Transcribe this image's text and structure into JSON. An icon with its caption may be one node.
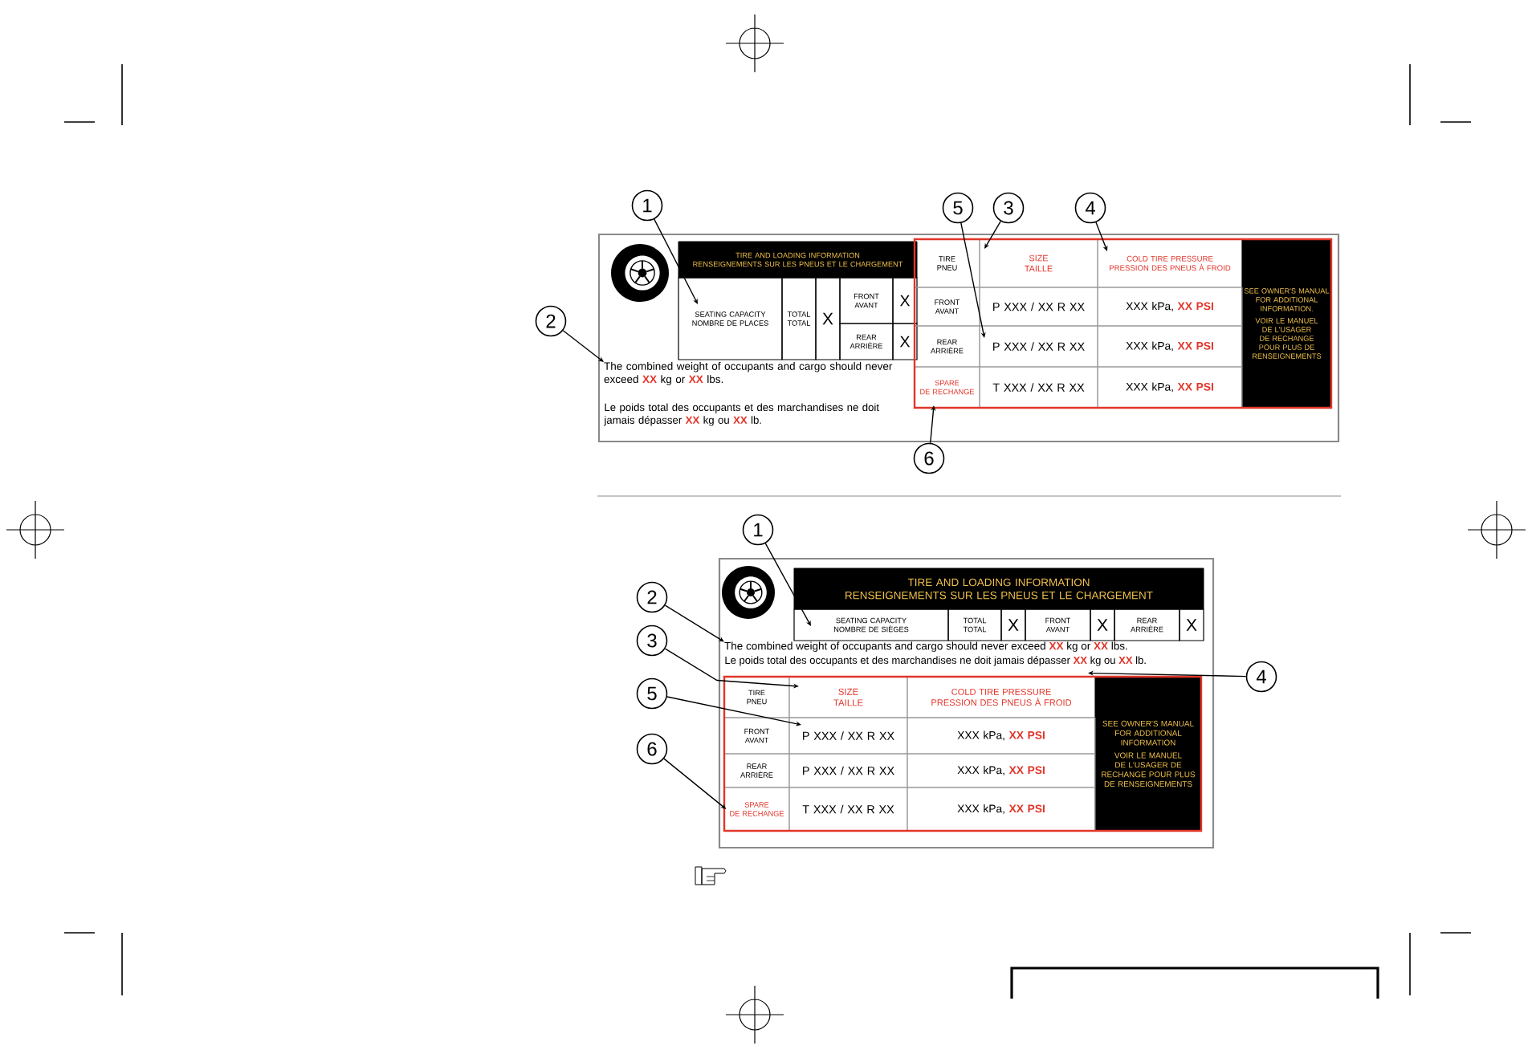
{
  "diagram": {
    "nodes": [
      {
        "text": [],
        "shape": "box"
      },
      {
        "text": [
          "TIRE AND LOADING INFORMATION",
          "RENSEIGNEMENTS SUR LES PNEUS ET LE CHARGEMENT"
        ],
        "in": 0
      },
      {
        "text": [
          "SEATING CAPACITY",
          "NOMBRE DE PLACES"
        ],
        "in": 0
      },
      {
        "text": [
          "TOTAL",
          "TOTAL"
        ],
        "in": 0
      },
      {
        "text": [
          "X"
        ],
        "in": 0
      },
      {
        "text": [
          "FRONT",
          "AVANT"
        ],
        "in": 0
      },
      {
        "text": [
          "X"
        ],
        "in": 0
      },
      {
        "text": [
          "REAR",
          "ARRIÈRE"
        ],
        "in": 0
      },
      {
        "text": [
          "X"
        ],
        "in": 0
      },
      {
        "text": [
          "The combined weight of occupants and cargo should never exceed **XX** kg or **XX** lbs."
        ],
        "in": 0
      },
      {
        "text": [
          "TIRE",
          "PNEU"
        ],
        "in": 0
      },
      {
        "text": [
          "SIZE",
          "TAILLE"
        ],
        "in": 0
      },
      {
        "text": [
          "COLD TIRE PRESSURE",
          "PRESSION DES PNEUS À FROID"
        ],
        "in": 0
      },
      {
        "text": [
          "SEE OWNER'S MANUAL FOR ADDITIONAL INFORMATION.",
          "VOIR LE MANUEL DE L'USAGER DE RECHANGE POUR PLUS DE RENSEIGNEMENTS"
        ],
        "in": 0
      },
      {
        "text": [
          "FRONT",
          "AVANT"
        ],
        "in": 0
      },
      {
        "text": [
          "P XXX / XX R XX"
        ],
        "in": 0
      },
      {
        "text": [
          "XXX kPa, **XX PSI**"
        ],
        "in": 0
      },
      {
        "text": [
          "REAR",
          "ARRIÈRE"
        ],
        "in": 0
      },
      {
        "text": [
          "P XXX / XX R XX"
        ],
        "in": 0
      },
      {
        "text": [
          "XXX kPa, **XX PSI**"
        ],
        "in": 0
      },
      {
        "text": [
          "SPARE",
          "DE RECHANGE"
        ],
        "in": 0
      },
      {
        "text": [
          "T XXX / XX R XX"
        ],
        "in": 0
      },
      {
        "text": [
          "XXX kPa, **XX PSI**"
        ],
        "in": 0
      },
      {
        "text": [],
        "shape": "box"
      },
      {
        "text": [
          "TIRE AND LOADING INFORMATION",
          "RENSEIGNEMENTS SUR LES PNEUS ET LE CHARGEMENT"
        ],
        "in": 23
      },
      {
        "text": [
          "SEATING CAPACITY",
          "NOMBRE DE SIÈGES"
        ],
        "in": 23
      },
      {
        "text": [
          "TOTAL",
          "TOTAL"
        ],
        "in": 23
      },
      {
        "text": [
          "X"
        ],
        "in": 23
      },
      {
        "text": [
          "FRONT",
          "AVANT"
        ],
        "in": 23
      },
      {
        "text": [
          "X"
        ],
        "in": 23
      },
      {
        "text": [
          "REAR",
          "ARRIÈRE"
        ],
        "in": 23
      },
      {
        "text": [
          "X"
        ],
        "in": 23
      },
      {
        "text": [
          "The combined weight of occupants and cargo should never exceed **XX** kg or **XX** lbs."
        ],
        "in": 23
      },
      {
        "text": [
          "TIRE",
          "PNEU"
        ],
        "in": 23
      },
      {
        "text": [
          "SIZE",
          "TAILLE"
        ],
        "in": 23
      },
      {
        "text": [
          "COLD TIRE PRESSURE",
          "PRESSION DES PNEUS À FROID"
        ],
        "in": 23
      },
      {
        "text": [
          "SEE OWNER'S MANUAL FOR ADDITIONAL INFORMATION",
          "VOIR LE MANUEL DE L'USAGER DE RECHANGE POUR PLUS DE RENSEIGNEMENTS"
        ],
        "in": 23
      },
      {
        "text": [
          "FRONT",
          "AVANT"
        ],
        "in": 23
      },
      {
        "text": [
          "P XXX / XX R XX"
        ],
        "in": 23
      },
      {
        "text": [
          "XXX kPa, **XX PSI**"
        ],
        "in": 23
      },
      {
        "text": [
          "REAR",
          "ARRIÈRE"
        ],
        "in": 23
      },
      {
        "text": [
          "P XXX / XX R XX"
        ],
        "in": 23
      },
      {
        "text": [
          "XXX kPa, **XX PSI**"
        ],
        "in": 23
      },
      {
        "text": [
          "SPARE",
          "DE RECHANGE"
        ],
        "in": 23
      },
      {
        "text": [
          "T XXX / XX R XX"
        ],
        "in": 23
      },
      {
        "text": [
          "XXX kPa, **XX PSI**"
        ],
        "in": 23
      },
      {
        "text": [
          "1"
        ]
      },
      {
        "text": [
          "2"
        ]
      },
      {
        "text": [
          "3"
        ]
      },
      {
        "text": [
          "4"
        ]
      },
      {
        "text": [
          "5"
        ]
      },
      {
        "text": [
          "6"
        ]
      },
      {
        "text": [
          "1"
        ]
      },
      {
        "text": [
          "2"
        ]
      },
      {
        "text": [
          "3"
        ]
      },
      {
        "text": [
          "4"
        ]
      },
      {
        "text": [
          "5"
        ]
      },
      {
        "text": [
          "6"
        ]
      }
    ],
    "edges": [
      {
        "from": 46,
        "to": 2,
        "arrow": "to"
      },
      {
        "from": 47,
        "to": 9,
        "arrow": "to"
      },
      {
        "from": 48,
        "to": 11,
        "arrow": "to"
      },
      {
        "from": 49,
        "to": 12,
        "arrow": "to"
      },
      {
        "from": 50,
        "to": 18,
        "arrow": "to"
      },
      {
        "from": 51,
        "to": 20,
        "arrow": "to"
      },
      {
        "from": 52,
        "to": 25,
        "arrow": "to"
      },
      {
        "from": 53,
        "to": 32,
        "arrow": "to"
      },
      {
        "from": 54,
        "to": 34,
        "arrow": "to"
      },
      {
        "from": 55,
        "to": 35,
        "arrow": "to"
      },
      {
        "from": 56,
        "to": 38,
        "arrow": "to"
      },
      {
        "from": 57,
        "to": 43,
        "arrow": "to"
      }
    ],
    "labels": [
      "Le poids total des occupants et des marchandises ne doit jamais dépasser **XX** kg ou **XX** lb.",
      "Le poids total des occupants et des marchandises ne doit jamais dépasser **XX** kg ou **XX** lb."
    ]
  }
}
